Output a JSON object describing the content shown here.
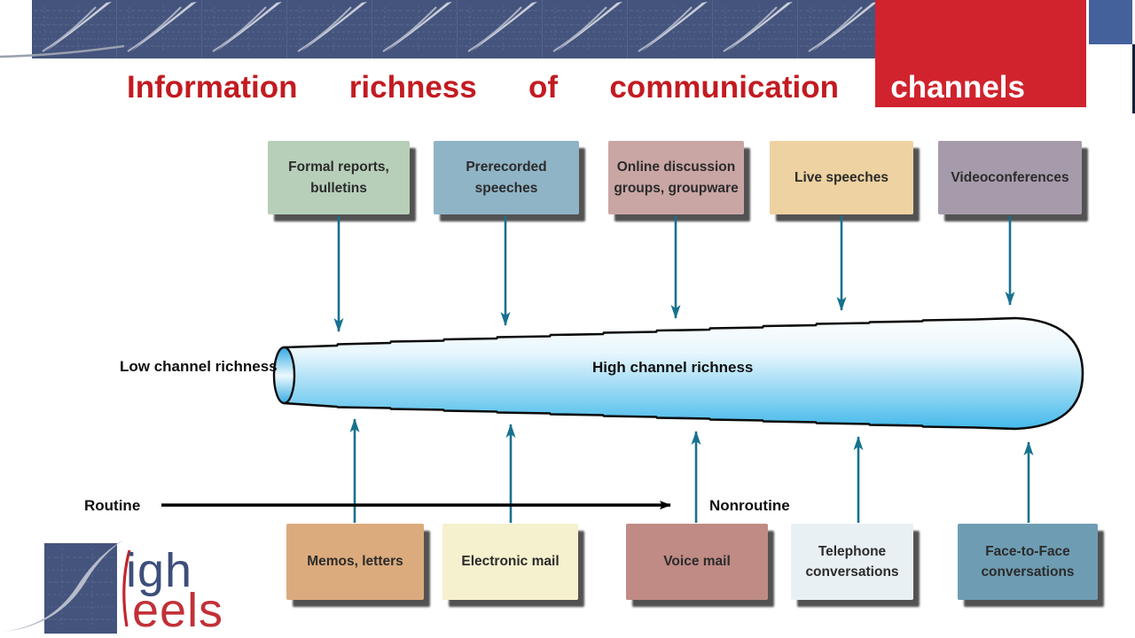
{
  "title": {
    "words": [
      "Information",
      "richness",
      "of",
      "communication",
      "channels"
    ],
    "text_color": "#c21b21",
    "highlight_word_color": "#ffffff"
  },
  "header": {
    "banner_color": "#45547d",
    "red_block_color": "#d0232e",
    "blue_square_color": "#44619c"
  },
  "diagram": {
    "cylinder": {
      "left_label": "Low channel richness",
      "right_label": "High channel richness",
      "fill_top": "#ffffff",
      "fill_bottom": "#2fb1e8"
    },
    "axis": {
      "left_label": "Routine",
      "right_label": "Nonroutine"
    },
    "arrow_color": "#17718f",
    "top_channels": [
      {
        "label": "Formal reports, bulletins",
        "bg": "#b7cfb9"
      },
      {
        "label": "Prerecorded speeches",
        "bg": "#8fb4c6"
      },
      {
        "label": "Online discussion groups, groupware",
        "bg": "#c9a6a4"
      },
      {
        "label": "Live speeches",
        "bg": "#eed2a1"
      },
      {
        "label": "Videoconferences",
        "bg": "#a69bab"
      }
    ],
    "bottom_channels": [
      {
        "label": "Memos, letters",
        "bg": "#dcab7d"
      },
      {
        "label": "Electronic mail",
        "bg": "#f5f0cd"
      },
      {
        "label": "Voice mail",
        "bg": "#bf8b84"
      },
      {
        "label": "Telephone conversations",
        "bg": "#e9f0f3"
      },
      {
        "label": "Face-to-Face conversations",
        "bg": "#6e9db3"
      }
    ]
  },
  "logo": {
    "text_top": "igh",
    "text_bottom": "eels"
  }
}
